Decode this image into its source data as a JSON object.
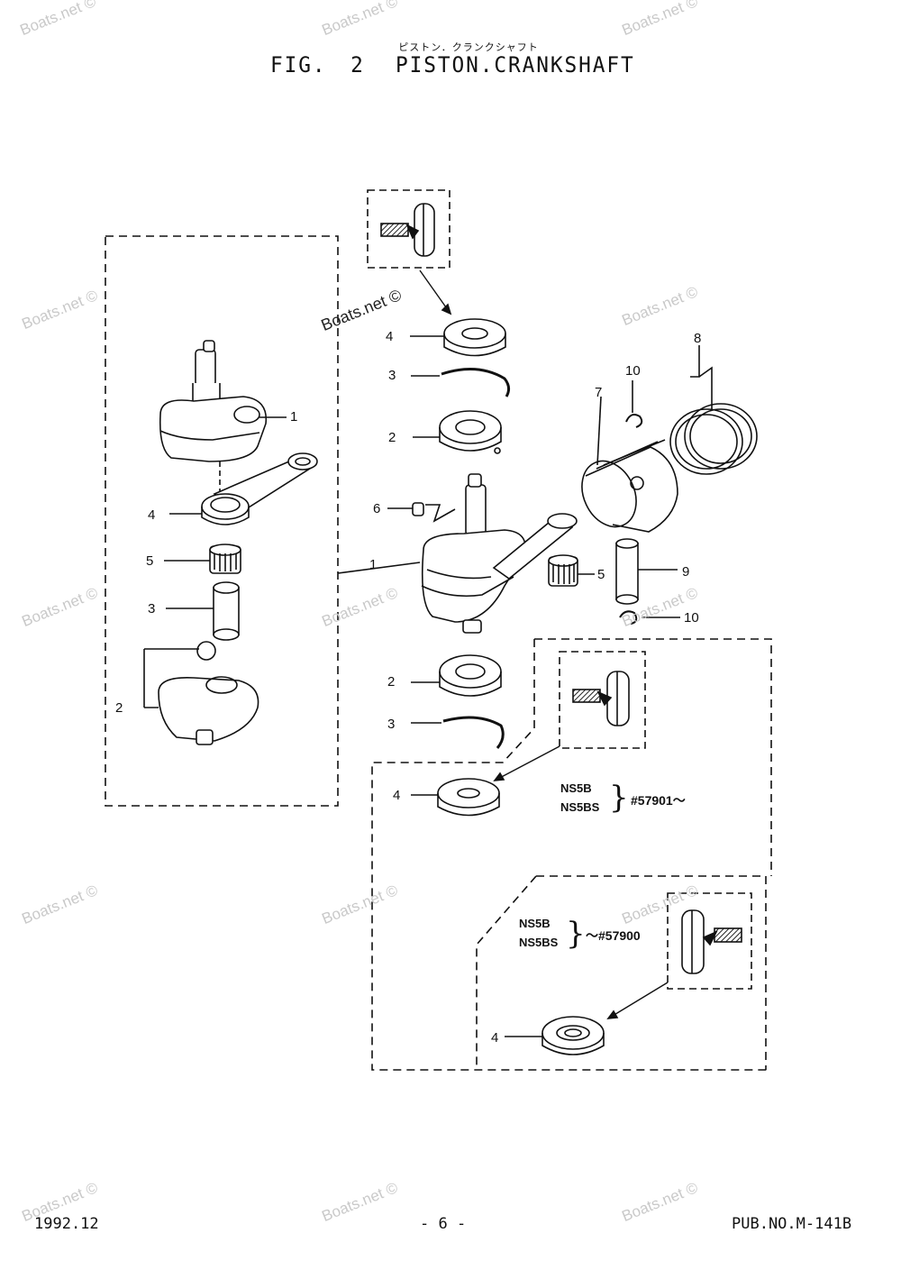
{
  "header": {
    "japanese_title": "ピストン．クランクシャフト",
    "fig_label": "FIG.",
    "fig_number": "2",
    "title": "PISTON.CRANKSHAFT"
  },
  "footer": {
    "date": "1992.12",
    "page": "- 6 -",
    "publication": "PUB.NO.M-141B"
  },
  "watermark": "Boats.net ©",
  "callouts": {
    "left_group": [
      {
        "id": "l1",
        "label": "1"
      },
      {
        "id": "l4",
        "label": "4"
      },
      {
        "id": "l5",
        "label": "5"
      },
      {
        "id": "l3",
        "label": "3"
      },
      {
        "id": "l2",
        "label": "2"
      }
    ],
    "main_group": [
      {
        "id": "m4",
        "label": "4"
      },
      {
        "id": "m3",
        "label": "3"
      },
      {
        "id": "m2",
        "label": "2"
      },
      {
        "id": "m6",
        "label": "6"
      },
      {
        "id": "m1",
        "label": "1"
      },
      {
        "id": "m2b",
        "label": "2"
      },
      {
        "id": "m3b",
        "label": "3"
      },
      {
        "id": "m10",
        "label": "10"
      },
      {
        "id": "m7",
        "label": "7"
      },
      {
        "id": "m8",
        "label": "8"
      },
      {
        "id": "m5",
        "label": "5"
      },
      {
        "id": "m9",
        "label": "9"
      },
      {
        "id": "m10b",
        "label": "10"
      },
      {
        "id": "i4a",
        "label": "4"
      },
      {
        "id": "i4b",
        "label": "4"
      }
    ]
  },
  "variants": [
    {
      "models": [
        "NS5B",
        "NS5BS"
      ],
      "serial": "#57901～"
    },
    {
      "models": [
        "NS5B",
        "NS5BS"
      ],
      "serial": "～#57900"
    }
  ]
}
